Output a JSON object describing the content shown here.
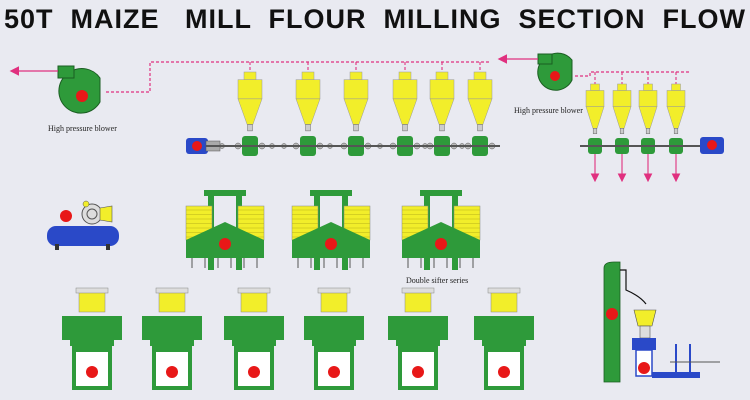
{
  "title": "50T  MAIZE   MILL  FLOUR  MILLING  SECTION  FLOW",
  "labels": {
    "blower_left": "High pressure blower",
    "blower_right": "High pressure blower",
    "sifter": "Double sifter series"
  },
  "colors": {
    "machine_green": "#2e9a3a",
    "hopper_yellow": "#f2ee2a",
    "duct_pink": "#e0307f",
    "motor_blue": "#2a49c8",
    "indicator_red": "#e81818",
    "background": "#e9eaf1"
  },
  "icons": [
    "blower-icon",
    "cyclone-icon",
    "motor-icon",
    "sifter-icon",
    "compressor-icon",
    "mill-icon",
    "elevator-icon"
  ]
}
